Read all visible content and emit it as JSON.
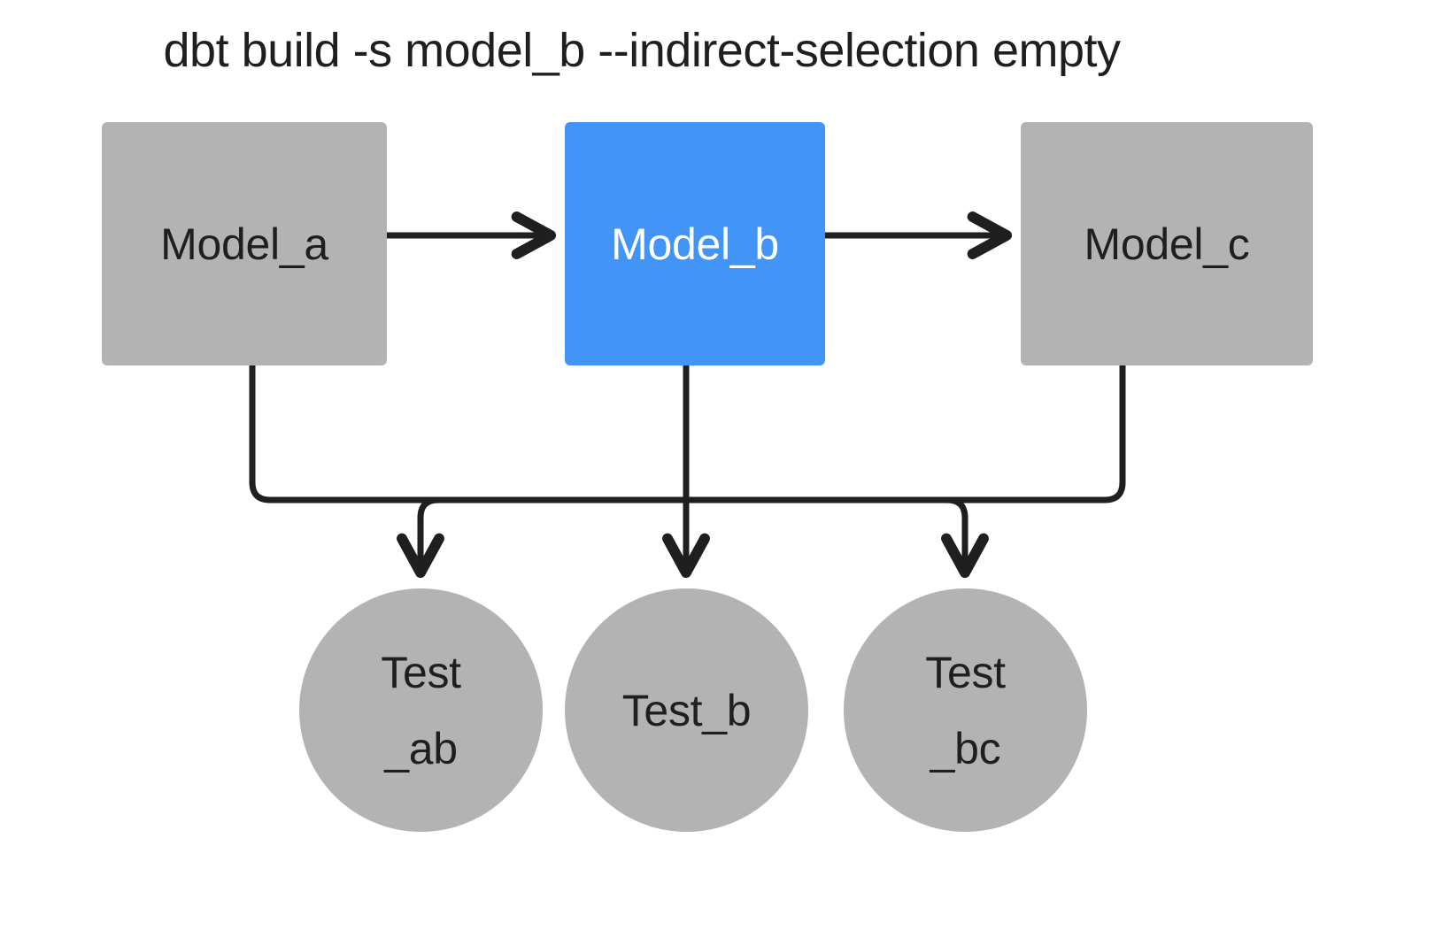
{
  "title": "dbt build -s model_b --indirect-selection empty",
  "colors": {
    "background": "#ffffff",
    "node_grey": "#b3b3b3",
    "node_selected_blue": "#4294f7",
    "text_dark": "#1f1f1f",
    "text_light": "#ffffff",
    "edge": "#1f1f1f"
  },
  "models": [
    {
      "label": "Model_a",
      "state": "unselected",
      "fill": "#b3b3b3",
      "text_color": "#1f1f1f"
    },
    {
      "label": "Model_b",
      "state": "selected",
      "fill": "#4294f7",
      "text_color": "#ffffff"
    },
    {
      "label": "Model_c",
      "state": "unselected",
      "fill": "#b3b3b3",
      "text_color": "#1f1f1f"
    }
  ],
  "tests": [
    {
      "line1": "Test",
      "line2": "_ab",
      "full_label": "Test_ab",
      "two_line": true
    },
    {
      "line1": "Test_b",
      "line2": "",
      "full_label": "Test_b",
      "two_line": false
    },
    {
      "line1": "Test",
      "line2": "_bc",
      "full_label": "Test_bc",
      "two_line": true
    }
  ],
  "edges": [
    {
      "from": "Model_a",
      "to": "Model_b",
      "kind": "model-to-model"
    },
    {
      "from": "Model_b",
      "to": "Model_c",
      "kind": "model-to-model"
    },
    {
      "from": "Model_a",
      "to": "Test_ab",
      "kind": "model-to-test"
    },
    {
      "from": "Model_b",
      "to": "Test_ab",
      "kind": "model-to-test"
    },
    {
      "from": "Model_b",
      "to": "Test_b",
      "kind": "model-to-test"
    },
    {
      "from": "Model_b",
      "to": "Test_bc",
      "kind": "model-to-test"
    },
    {
      "from": "Model_c",
      "to": "Test_bc",
      "kind": "model-to-test"
    }
  ]
}
